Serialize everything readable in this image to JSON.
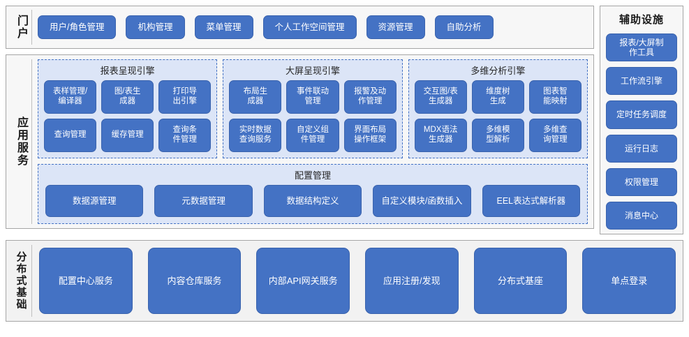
{
  "portal": {
    "label": "门户",
    "items": [
      {
        "label": "用户/角色管理"
      },
      {
        "label": "机构管理"
      },
      {
        "label": "菜单管理"
      },
      {
        "label": "个人工作空间管理"
      },
      {
        "label": "资源管理"
      },
      {
        "label": "自助分析"
      }
    ]
  },
  "app_services": {
    "label": "应用服务",
    "groups": [
      {
        "title": "报表呈现引擎",
        "items": [
          {
            "label": "表样管理/\n编译器"
          },
          {
            "label": "图/表生\n成器"
          },
          {
            "label": "打印导\n出引擎"
          },
          {
            "label": "查询管理"
          },
          {
            "label": "缓存管理"
          },
          {
            "label": "查询条\n件管理"
          }
        ]
      },
      {
        "title": "大屏呈现引擎",
        "items": [
          {
            "label": "布局生\n成器"
          },
          {
            "label": "事件联动\n管理"
          },
          {
            "label": "报警及动\n作管理"
          },
          {
            "label": "实时数据\n查询服务"
          },
          {
            "label": "自定义组\n件管理"
          },
          {
            "label": "界面布局\n操作框架"
          }
        ]
      },
      {
        "title": "多维分析引擎",
        "items": [
          {
            "label": "交互图/表\n生成器"
          },
          {
            "label": "维度树\n生成"
          },
          {
            "label": "图表智\n能映射"
          },
          {
            "label": "MDX语法\n生成器"
          },
          {
            "label": "多维模\n型解析"
          },
          {
            "label": "多维查\n询管理"
          }
        ]
      }
    ],
    "config_group": {
      "title": "配置管理",
      "items": [
        {
          "label": "数据源管理"
        },
        {
          "label": "元数据管理"
        },
        {
          "label": "数据结构定义"
        },
        {
          "label": "自定义模块/函数插入"
        },
        {
          "label": "EEL表达式解析器"
        }
      ]
    }
  },
  "auxiliary": {
    "title": "辅助设施",
    "items": [
      {
        "label": "报表/大屏制\n作工具"
      },
      {
        "label": "工作流引擎"
      },
      {
        "label": "定时任务调度"
      },
      {
        "label": "运行日志"
      },
      {
        "label": "权限管理"
      },
      {
        "label": "消息中心"
      }
    ]
  },
  "distributed": {
    "label": "分布式基础",
    "items": [
      {
        "label": "配置中心服务"
      },
      {
        "label": "内容仓库服务"
      },
      {
        "label": "内部API网关服务"
      },
      {
        "label": "应用注册/发现"
      },
      {
        "label": "分布式基座"
      },
      {
        "label": "单点登录"
      }
    ]
  },
  "colors": {
    "button_fill": "#4472c4",
    "button_text": "#ffffff",
    "group_fill": "#dce5f7",
    "group_border": "#4472c4",
    "panel_fill": "#f7f7f7",
    "panel_border": "#a6a6a6",
    "bottom_panel_fill": "#f2f2f2"
  }
}
